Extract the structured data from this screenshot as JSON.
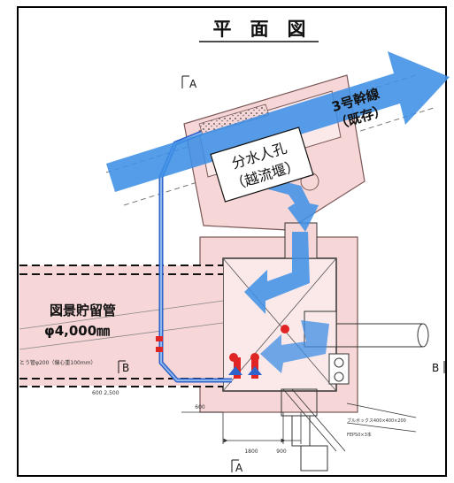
{
  "title": "平　面　図",
  "section_marks": {
    "a_top": "A",
    "a_bottom": "A",
    "b_left": "B",
    "b_right": "B"
  },
  "labels": {
    "trunk_line_1": "3号幹線",
    "trunk_line_2": "（既存）",
    "manhole_1": "分水人孔",
    "manhole_2": "（越流堰）",
    "storage_1": "図景貯留管",
    "storage_2": "φ4,000㎜",
    "small_pipe": "とう管φ200（偏心重100mm）",
    "box_note": "ブルボックス400×400×200",
    "fep_note": "FEPS0×3本",
    "dim_1800": "1800",
    "dim_900": "900",
    "dim_left": "600 2,500",
    "dim_small": "600"
  },
  "colors": {
    "structure_fill": "#f6d6d6",
    "structure_stroke": "#7a5858",
    "flow_arrow": "#3d8fe6",
    "pipe_blue": "#2e63c9",
    "marker_red": "#e02424"
  }
}
